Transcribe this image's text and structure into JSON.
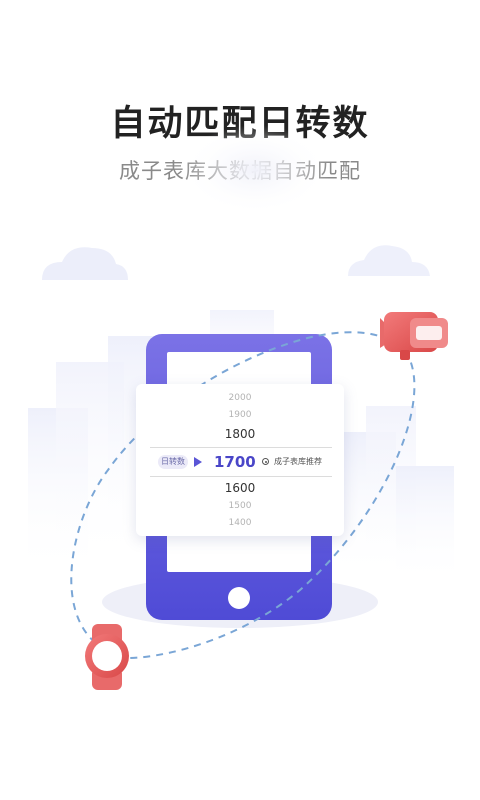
{
  "page": {
    "title": "自动匹配日转数",
    "subtitle": "成子表库大数据自动匹配"
  },
  "picker": {
    "values_above": [
      "2000",
      "1900",
      "1800"
    ],
    "selected": "1700",
    "values_below": [
      "1600",
      "1500",
      "1400"
    ],
    "badge_label": "日转数",
    "recommend_label": "成子表库推荐"
  },
  "colors": {
    "phone": "#5a55d6",
    "accent": "#4a46c8",
    "watch": "#e85c5c",
    "orbit": "#7aa6d6"
  },
  "icons": [
    "watch-icon",
    "glasses-icon",
    "cloud-icon",
    "radio-icon",
    "triangle-arrow-icon"
  ]
}
